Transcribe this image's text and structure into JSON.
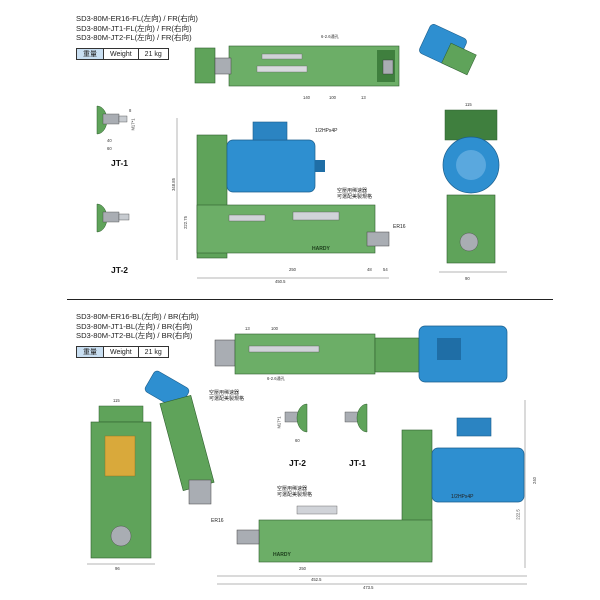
{
  "top_sheet": {
    "models": [
      "SD3-80M-ER16-FL(左向) / FR(右向)",
      "SD3-80M-JT1-FL(左向) / FR(右向)",
      "SD3-80M-JT2-FL(左向) / FR(右向)"
    ],
    "weight_label_cn": "重量",
    "weight_label_en": "Weight",
    "weight_value": "21 kg",
    "jt1_label": "JT-1",
    "jt2_label": "JT-2",
    "motor_note": "1/2HPx4P",
    "speed_note_line1": "空壓用稀速器",
    "speed_note_line2": "可選配美製規格",
    "hardy": "HARDY",
    "er_label": "ER16",
    "dims": {
      "d1": "450.5",
      "d2": "250",
      "d3": "48",
      "d4": "54",
      "d5": "348.85",
      "d6": "222.75",
      "d7": "115",
      "d8": "90",
      "d9": "100",
      "d10": "140",
      "d11": "13",
      "d12": "6-2.6通孔",
      "d13": "40",
      "d14": "60",
      "d15": "M17*1",
      "d16": "8"
    }
  },
  "bottom_sheet": {
    "models": [
      "SD3-80M-ER16-BL(左向) / BR(右向)",
      "SD3-80M-JT1-BL(左向) / BR(右向)",
      "SD3-80M-JT2-BL(左向) / BR(右向)"
    ],
    "weight_label_cn": "重量",
    "weight_label_en": "Weight",
    "weight_value": "21 kg",
    "jt1_label": "JT-1",
    "jt2_label": "JT-2",
    "motor_note": "1/2HPx4P",
    "speed_note_line1": "空壓用稀速器",
    "speed_note_line2": "可選配美製規格",
    "hardy": "HARDY",
    "er_label": "ER16",
    "dims": {
      "d1": "473.5",
      "d2": "452.5",
      "d3": "250",
      "d4": "115",
      "d5": "100",
      "d6": "13",
      "d7": "6-2.6通孔",
      "d8": "240",
      "d9": "222.5",
      "d10": "96",
      "d11": "60",
      "d12": "M17*1"
    }
  },
  "colors": {
    "body_green": "#5fa35a",
    "dark_green": "#3f7f3e",
    "motor_blue": "#2e8fd0",
    "steel": "#a9adb3"
  }
}
